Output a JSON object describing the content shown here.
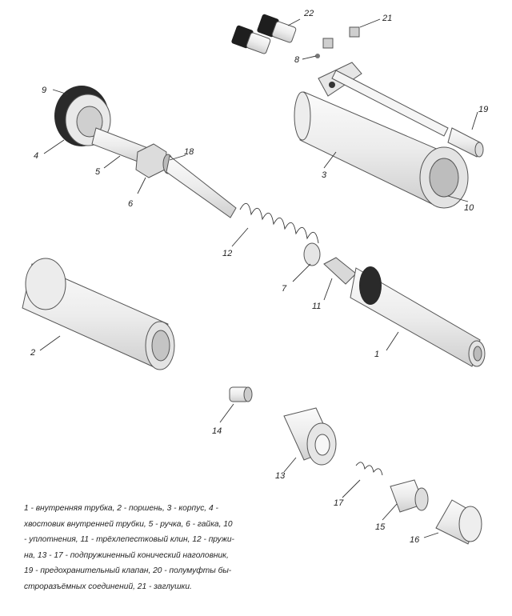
{
  "labels": {
    "p1": "1",
    "p2": "2",
    "p3": "3",
    "p4": "4",
    "p5": "5",
    "p6": "6",
    "p7": "7",
    "p8": "8",
    "p9": "9",
    "p10": "10",
    "p11": "11",
    "p12": "12",
    "p13": "13",
    "p14": "14",
    "p15": "15",
    "p16": "16",
    "p17": "17",
    "p18": "18",
    "p19": "19",
    "p21": "21",
    "p22": "22"
  },
  "caption": [
    "1 - внутренняя трубка, 2 - поршень, 3 - корпус, 4 -",
    "хвостовик внутренней трубки, 5 - ручка, 6 - гайка, 10",
    "- уплотнения, 11 - трёхлепестковый клин, 12 - пружи-",
    "на, 13 - 17 - подпружиненный конический наголовник,",
    "19 - предохранительный клапан, 20 - полумуфты бы-",
    "строразъёмных соединений, 21 - заглушки."
  ],
  "colors": {
    "part_fill": "#f2f2f2",
    "part_shade": "#d6d6d6",
    "rubber": "#2a2a2a",
    "line": "#333333"
  }
}
